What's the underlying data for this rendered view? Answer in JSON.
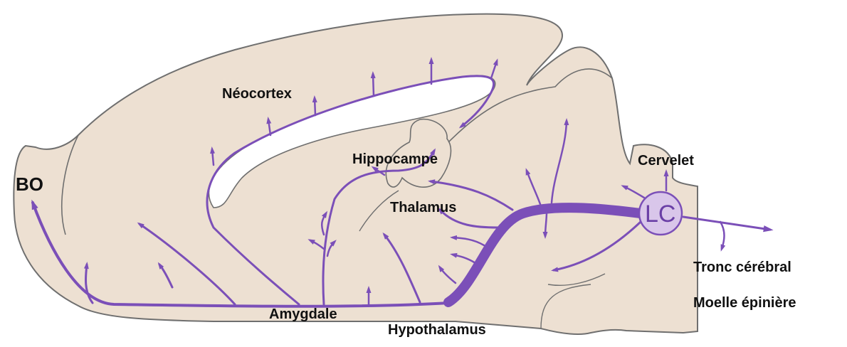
{
  "figure": {
    "labels": {
      "bo": "BO",
      "neocortex": "Néocortex",
      "hippocampe": "Hippocampe",
      "thalamus": "Thalamus",
      "cervelet": "Cervelet",
      "lc": "LC",
      "tronc": "Tronc cérébral",
      "moelle": "Moelle épinière",
      "amygdale": "Amygdale",
      "hypothalamus": "Hypothalamus"
    },
    "colors": {
      "tissue": "#ede0d2",
      "outline": "#6f6f6f",
      "pathway": "#7b4fb8",
      "lc_fill": "#d9c6ea"
    }
  }
}
